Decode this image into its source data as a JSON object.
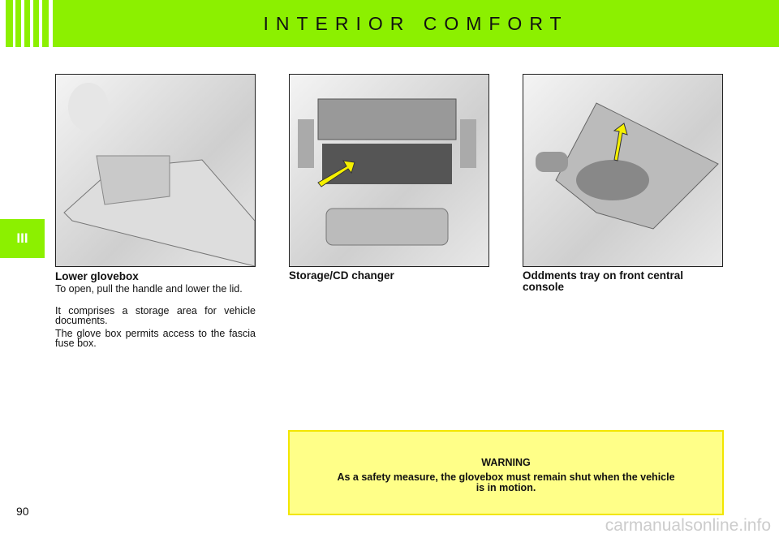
{
  "header": {
    "title": "INTERIOR COMFORT"
  },
  "section_tab": "III",
  "columns": [
    {
      "heading": "Lower glovebox",
      "paragraphs": [
        "To open, pull the handle and lower the lid.",
        "It comprises a storage area for vehicle documents.",
        "The glove box permits access to the fascia fuse box."
      ]
    },
    {
      "heading": "Storage/CD changer"
    },
    {
      "heading": "Oddments tray on front central console"
    }
  ],
  "warning": {
    "title": "WARNING",
    "text": "As a safety measure, the glovebox must remain shut when the vehicle is in motion."
  },
  "page_number": "90",
  "watermark": "carmanualsonline.info",
  "colors": {
    "accent": "#8cf000",
    "warning_bg": "#ffff88",
    "arrow": "#f5f000"
  }
}
